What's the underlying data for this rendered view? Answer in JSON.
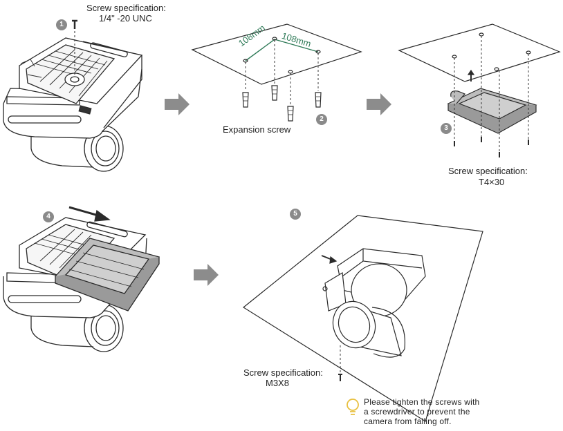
{
  "steps": {
    "s1": {
      "num": "1",
      "spec_title": "Screw specification:",
      "spec_value": "1/4\" -20 UNC"
    },
    "s2": {
      "num": "2",
      "dim_left": "108mm",
      "dim_right": "108mm",
      "caption": "Expansion screw"
    },
    "s3": {
      "num": "3",
      "spec_title": "Screw specification:",
      "spec_value": "T4×30"
    },
    "s4": {
      "num": "4"
    },
    "s5": {
      "num": "5",
      "spec_title": "Screw specification:",
      "spec_value": "M3X8"
    }
  },
  "note": {
    "icon": "lightbulb-icon",
    "line1": "Please tighten the screws with",
    "line2": "a screwdriver to prevent the",
    "line3": "camera from falling off."
  },
  "colors": {
    "dimension": "#2e7a57",
    "arrow": "#8c8c8c",
    "line": "#2a2a2a",
    "bulb": "#e8c040"
  }
}
